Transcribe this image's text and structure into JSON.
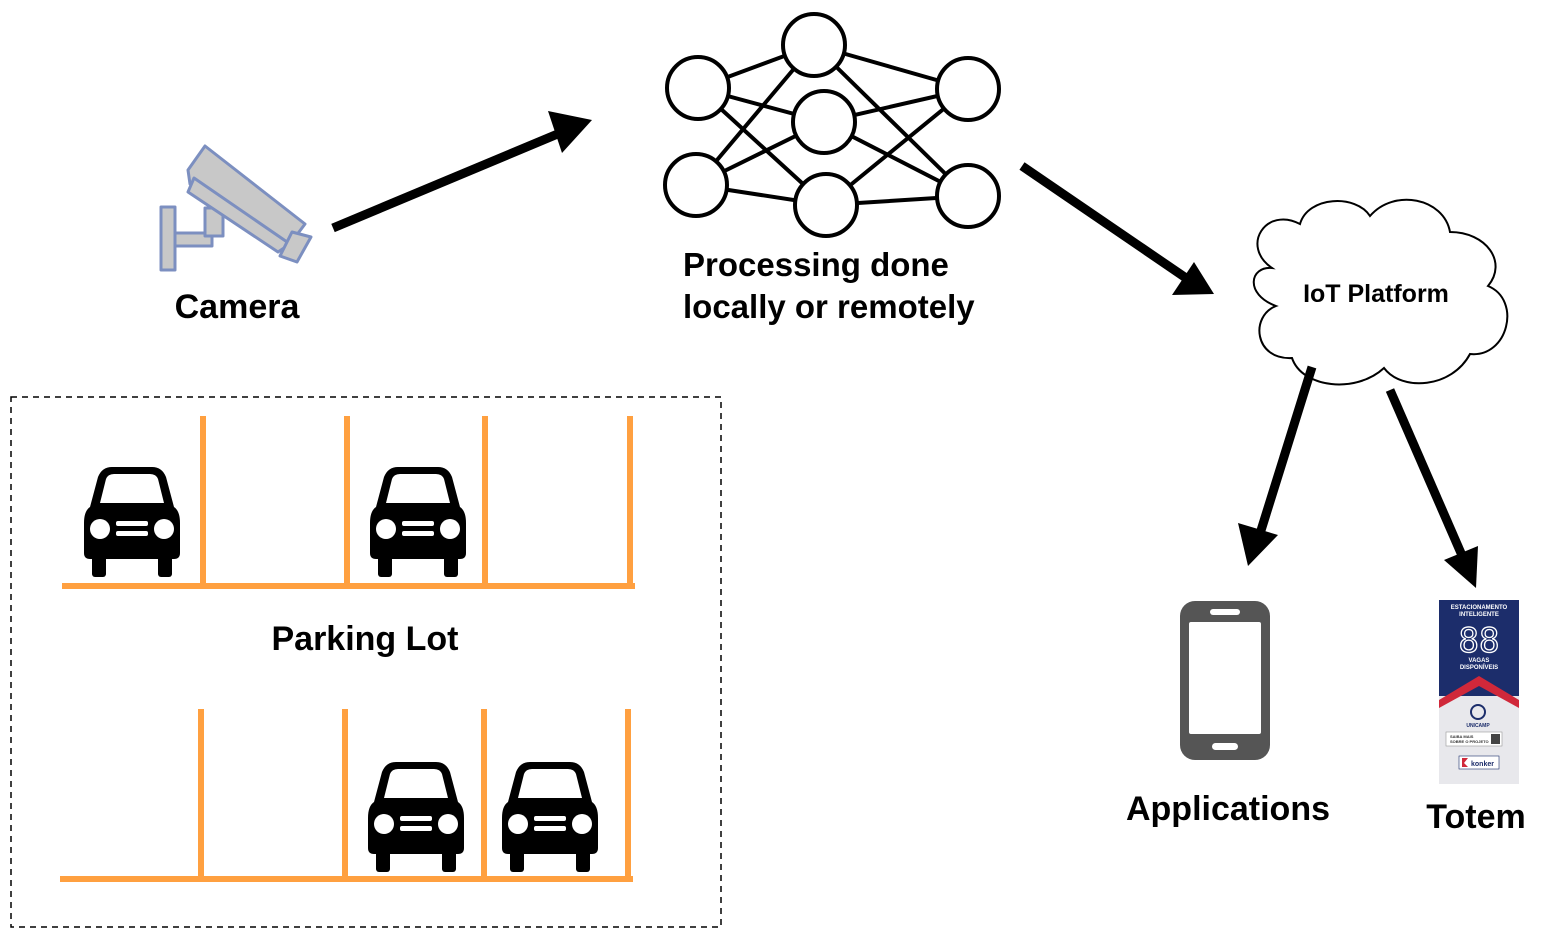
{
  "labels": {
    "camera": "Camera",
    "processing_line1": "Processing done",
    "processing_line2": "locally or remotely",
    "iot_platform": "IoT Platform",
    "parking_lot": "Parking Lot",
    "applications": "Applications",
    "totem": "Totem"
  },
  "totem_screen": {
    "header_line1": "ESTACIONAMENTO",
    "header_line2": "INTELIGENTE",
    "count": "88",
    "caption_line1": "VAGAS",
    "caption_line2": "DISPONÍVEIS",
    "university": "UNICAMP",
    "info_line1": "SAIBA MAIS",
    "info_line2": "SOBRE O PROJETO",
    "brand": "konker"
  },
  "icons": {
    "camera": "security-camera-icon",
    "network": "neural-network-icon",
    "cloud": "cloud-icon",
    "car": "car-icon",
    "phone": "smartphone-icon",
    "totem": "totem-display"
  },
  "colors": {
    "parking_lines": "#FFA040",
    "camera_fill": "#C8C8C8",
    "camera_stroke": "#7C8FC0",
    "phone": "#555555",
    "totem_header": "#1C2D6B",
    "totem_red": "#D0283A"
  }
}
